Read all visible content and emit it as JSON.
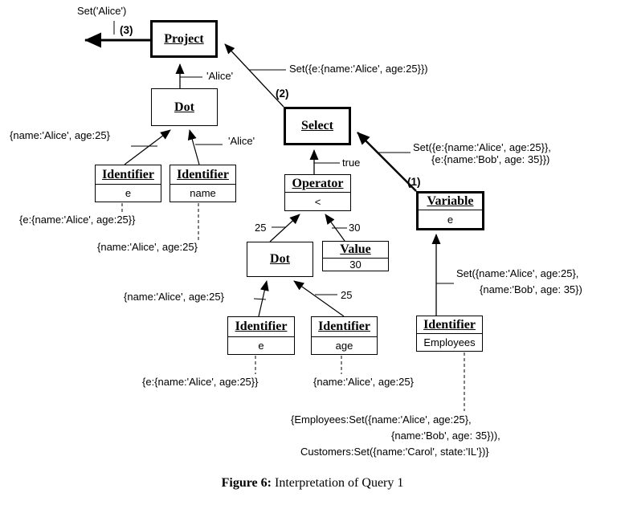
{
  "figure": {
    "caption_bold": "Figure 6:",
    "caption_rest": " Interpretation of Query 1"
  },
  "nodes": {
    "project": {
      "title": "Project"
    },
    "dot_upper": {
      "title": "Dot"
    },
    "identifier_e_upper": {
      "title": "Identifier",
      "value": "e"
    },
    "identifier_name": {
      "title": "Identifier",
      "value": "name"
    },
    "select": {
      "title": "Select"
    },
    "operator": {
      "title": "Operator",
      "value": "<"
    },
    "dot_lower": {
      "title": "Dot"
    },
    "value_30": {
      "title": "Value",
      "value": "30"
    },
    "variable_e": {
      "title": "Variable",
      "value": "e"
    },
    "identifier_e_lower": {
      "title": "Identifier",
      "value": "e"
    },
    "identifier_age": {
      "title": "Identifier",
      "value": "age"
    },
    "identifier_employees": {
      "title": "Identifier",
      "value": "Employees"
    }
  },
  "annotations": {
    "result_set": "Set('Alice')",
    "step3": "(3)",
    "alice_project_input": "'Alice'",
    "select_result": "Set({e:{name:'Alice', age:25}})",
    "step2": "(2)",
    "variable_result_line1": "Set({e:{name:'Alice', age:25}},",
    "variable_result_line2": "{e:{name:'Bob', age: 35}})",
    "step1": "(1)",
    "true_label": "true",
    "dot_upper_left_input": "{name:'Alice', age:25}",
    "dot_upper_right_input": "'Alice'",
    "identifier_e_upper_value": "{e:{name:'Alice', age:25}}",
    "identifier_name_value": "{name:'Alice', age:25}",
    "operator_left_input": "25",
    "operator_right_input": "30",
    "dot_lower_left_input": "{name:'Alice', age:25}",
    "dot_lower_right_input": "25",
    "identifier_e_lower_value": "{e:{name:'Alice', age:25}}",
    "identifier_age_value": "{name:'Alice', age:25}",
    "employees_set_line1": "Set({name:'Alice', age:25},",
    "employees_set_line2": "{name:'Bob', age: 35})",
    "environment_line1": "{Employees:Set({name:'Alice', age:25},",
    "environment_line2": "{name:'Bob', age: 35})),",
    "environment_line3": "Customers:Set({name:'Carol', state:'IL'})}"
  },
  "colors": {
    "ink": "#000000",
    "background": "#ffffff"
  }
}
